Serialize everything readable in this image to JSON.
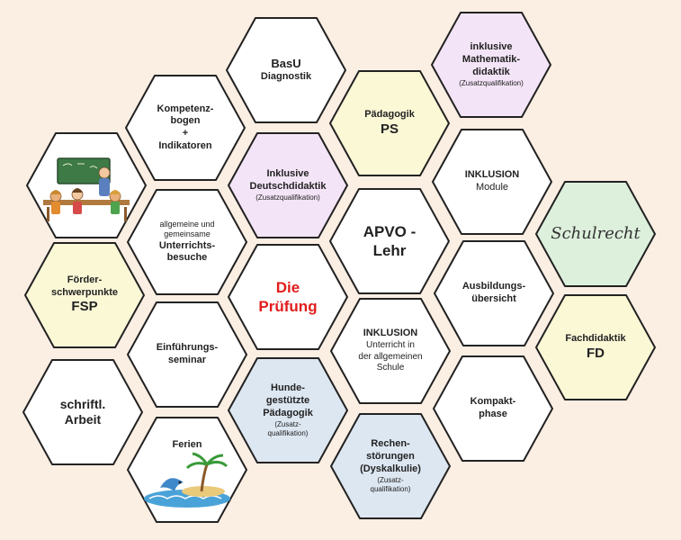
{
  "colors": {
    "background": "#fbeee3",
    "white": "#ffffff",
    "yellow": "#fbf8d6",
    "lilac": "#f3e4f7",
    "blue": "#dde7f2",
    "green": "#ddf0dc",
    "stroke": "#222222",
    "red": "#e21c1c"
  },
  "hexes": {
    "basu": {
      "line1": "BasU",
      "line2": "Diagnostik"
    },
    "inklusive_mathe": {
      "line1": "inklusive",
      "line2": "Mathematik-",
      "line3": "didaktik",
      "line4": "(Zusatzqualifikation)"
    },
    "kompetenz": {
      "line1": "Kompetenz-",
      "line2": "bogen",
      "line3": "+",
      "line4": "Indikatoren"
    },
    "paedagogik": {
      "line1": "Pädagogik",
      "line2": "PS"
    },
    "classroom": {
      "icon": "classroom-icon"
    },
    "inklusive_deutsch": {
      "line1": "Inklusive",
      "line2": "Deutschdidaktik",
      "line3": "(Zusatzqualifikation)"
    },
    "inklusion_module": {
      "line1": "INKLUSION",
      "line2": "Module"
    },
    "unterrichtsbesuche": {
      "line1": "allgemeine und",
      "line2": "gemeinsame",
      "line3": "Unterrichts-",
      "line4": "besuche"
    },
    "apvo": {
      "line1": "APVO -",
      "line2": "Lehr"
    },
    "schulrecht": {
      "line1": "Schulrecht"
    },
    "foerder": {
      "line1": "Förder-",
      "line2": "schwerpunkte",
      "line3": "FSP"
    },
    "pruefung": {
      "line1": "Die",
      "line2": "Prüfung"
    },
    "ausbildung": {
      "line1": "Ausbildungs-",
      "line2": "übersicht"
    },
    "einfuehrung": {
      "line1": "Einführungs-",
      "line2": "seminar"
    },
    "inklusion_unterricht": {
      "line1": "INKLUSION",
      "line2": "Unterricht in",
      "line3": "der allgemeinen",
      "line4": "Schule"
    },
    "fachdidaktik": {
      "line1": "Fachdidaktik",
      "line2": "FD"
    },
    "schriftl": {
      "line1": "schriftl.",
      "line2": "Arbeit"
    },
    "hunde": {
      "line1": "Hunde-",
      "line2": "gestützte",
      "line3": "Pädagogik",
      "line4": "(Zusatz-",
      "line5": "qualifikation)"
    },
    "kompakt": {
      "line1": "Kompakt-",
      "line2": "phase"
    },
    "ferien": {
      "line1": "Ferien",
      "icon": "island-icon"
    },
    "rechen": {
      "line1": "Rechen-",
      "line2": "störungen",
      "line3": "(Dyskalkulie)",
      "line4": "(Zusatz-",
      "line5": "qualifikation)"
    }
  }
}
